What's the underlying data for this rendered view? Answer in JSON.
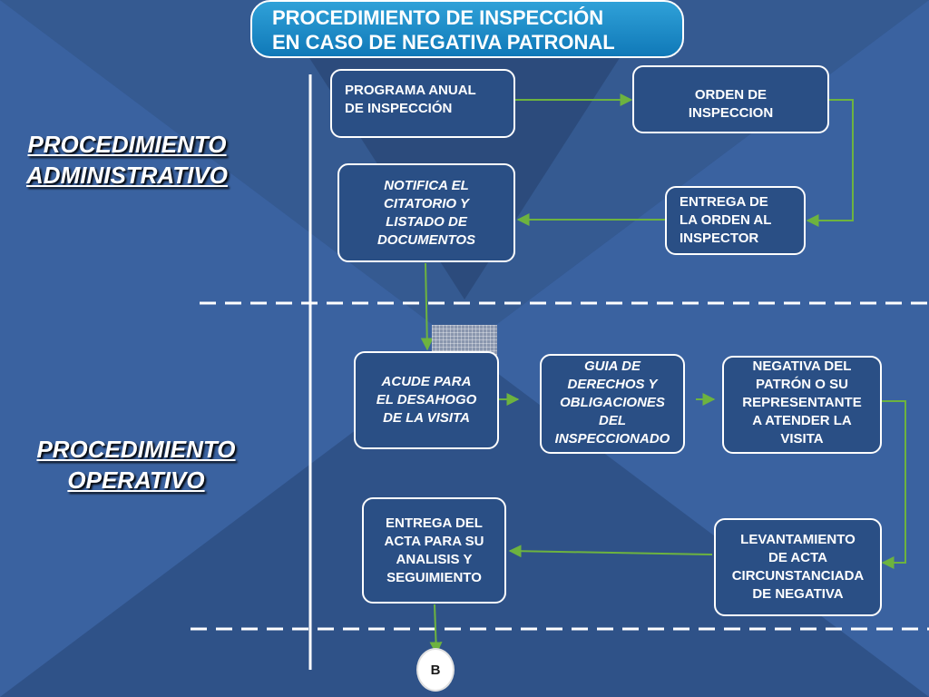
{
  "title": {
    "line1": "PROCEDIMIENTO DE INSPECCIÓN",
    "line2": "EN CASO DE NEGATIVA PATRONAL"
  },
  "sections": {
    "administrativo": {
      "line1": "PROCEDIMIENTO",
      "line2": "ADMINISTRATIVO"
    },
    "operativo": {
      "line1": "PROCEDIMIENTO",
      "line2": "OPERATIVO"
    }
  },
  "boxes": {
    "programa_anual": "PROGRAMA ANUAL\nDE INSPECCIÓN",
    "orden_inspeccion": "ORDEN DE\nINSPECCION",
    "notifica_citatorio": "NOTIFICA EL\nCITATORIO Y\nLISTADO DE\nDOCUMENTOS",
    "entrega_orden": "ENTREGA DE\nLA ORDEN AL\nINSPECTOR",
    "acude_visita": "ACUDE PARA\nEL DESAHOGO\nDE LA VISITA",
    "guia_derechos": "GUIA DE\nDERECHOS Y\nOBLIGACIONES\nDEL\nINSPECCIONADO",
    "negativa_patron": "NEGATIVA DEL\nPATRÓN O SU\nREPRESENTANTE\nA  ATENDER LA\nVISITA",
    "entrega_acta": "ENTREGA DEL\nACTA PARA SU\nANALISIS Y\nSEGUIMIENTO",
    "levantamiento_acta": "LEVANTAMIENTO\nDE ACTA\nCIRCUNSTANCIADA\nDE NEGATIVA"
  },
  "connector": {
    "label": "B"
  },
  "colors": {
    "background": "#2a4a7c",
    "title_fill": "#1e8cc8",
    "arrow": "#6db33f",
    "box_border": "#ffffff"
  }
}
